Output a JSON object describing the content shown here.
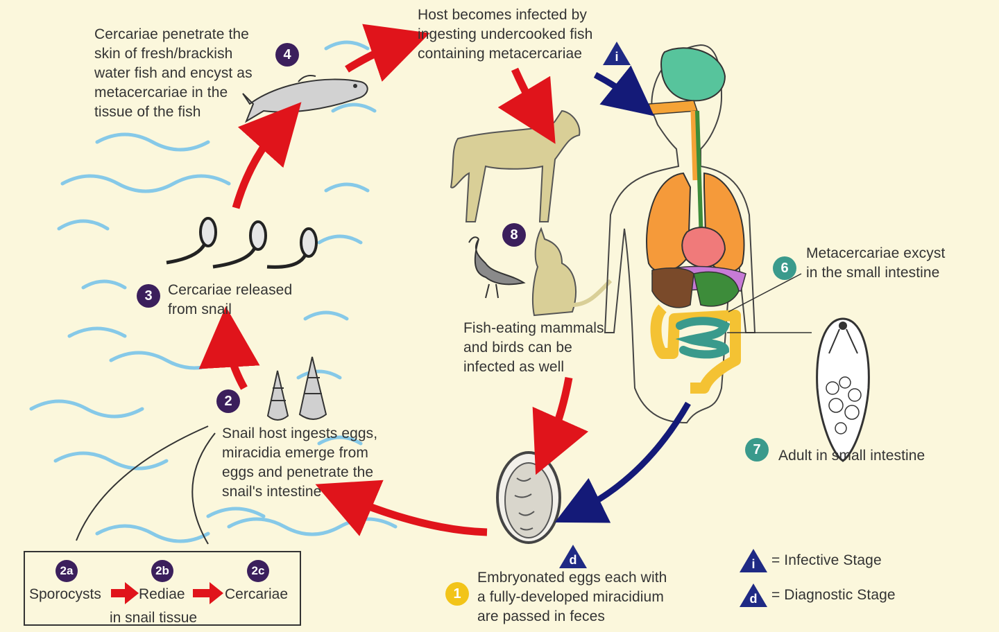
{
  "step1": {
    "num": "1",
    "text": "Embryonated eggs each with\na fully-developed miracidium\nare passed in feces"
  },
  "step2": {
    "num": "2",
    "text": "Snail host ingests eggs,\nmiracidia emerge from\neggs and penetrate the\nsnail's intestine"
  },
  "step2a": {
    "num": "2a",
    "label": "Sporocysts"
  },
  "step2b": {
    "num": "2b",
    "label": "Rediae"
  },
  "step2c": {
    "num": "2c",
    "label": "Cercariae"
  },
  "box_caption": "in snail tissue",
  "step3": {
    "num": "3",
    "text": "Cercariae released\nfrom snail"
  },
  "step4": {
    "num": "4",
    "text": "Cercariae penetrate the\nskin of fresh/brackish\nwater fish and encyst as\nmetacercariae in the\ntissue of the fish"
  },
  "step5": {
    "text": "Host becomes infected by\ningesting undercooked fish\ncontaining metacercariae"
  },
  "step6": {
    "num": "6",
    "text": "Metacercariae excyst\nin the small intestine"
  },
  "step7": {
    "num": "7",
    "text": "Adult in small intestine"
  },
  "step8": {
    "num": "8",
    "text": "Fish-eating mammals\nand birds can be\ninfected as well"
  },
  "legend": {
    "infective": {
      "symbol": "i",
      "label": "= Infective Stage"
    },
    "diagnostic": {
      "symbol": "d",
      "label": "= Diagnostic Stage"
    }
  },
  "colors": {
    "background": "#fbf7dc",
    "arrow_red": "#e0141b",
    "arrow_blue": "#141a78",
    "badge_purple": "#3b1f5c",
    "badge_teal": "#3a9a8c",
    "badge_yellow": "#f2c419",
    "water": "#7fc6e6"
  }
}
